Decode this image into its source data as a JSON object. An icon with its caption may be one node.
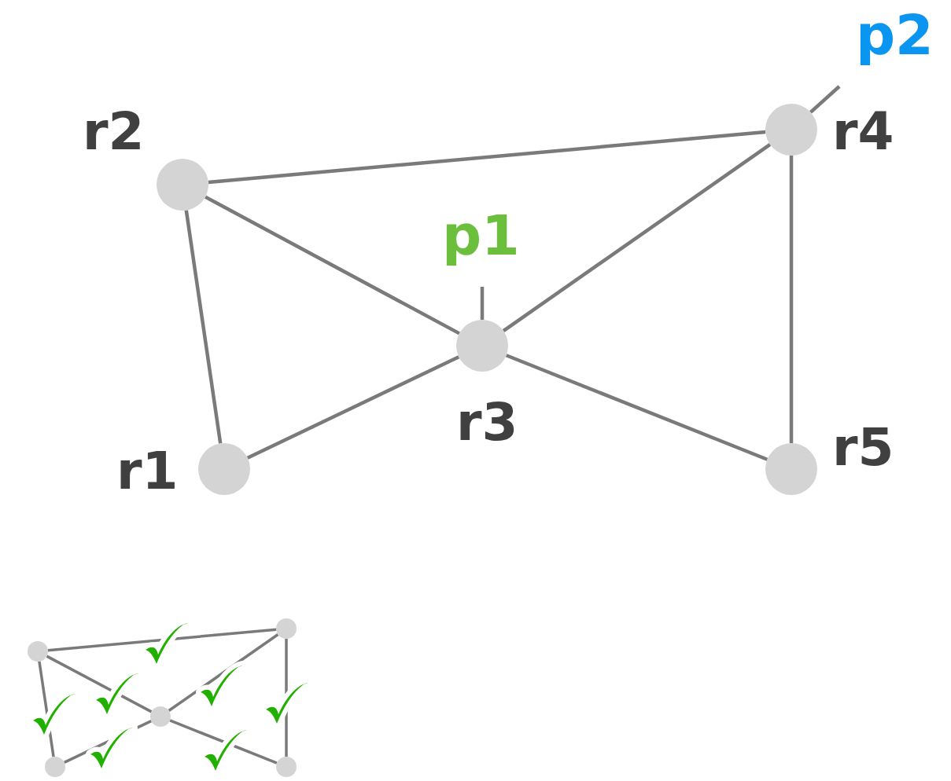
{
  "diagram": {
    "nodes": [
      {
        "text": [],
        "shape": "circle",
        "beside": [
          "r2"
        ]
      },
      {
        "text": [],
        "shape": "circle",
        "beside": [
          "r4"
        ]
      },
      {
        "text": [
          "p1"
        ]
      },
      {
        "text": [],
        "shape": "circle",
        "beside": [
          "r3"
        ]
      },
      {
        "text": [
          "p2"
        ]
      },
      {
        "text": [],
        "shape": "circle",
        "beside": [
          "r1"
        ]
      },
      {
        "text": [],
        "shape": "circle",
        "beside": [
          "r5"
        ]
      },
      {
        "text": [],
        "shape": "circle"
      },
      {
        "text": [],
        "shape": "circle"
      },
      {
        "text": [],
        "shape": "circle"
      },
      {
        "text": [],
        "shape": "circle"
      },
      {
        "text": [],
        "shape": "circle"
      }
    ],
    "edges": [
      {
        "from": 0,
        "to": 1,
        "arrow": "none"
      },
      {
        "from": 0,
        "to": 3,
        "arrow": "none"
      },
      {
        "from": 0,
        "to": 5,
        "arrow": "none"
      },
      {
        "from": 1,
        "to": 3,
        "arrow": "none"
      },
      {
        "from": 1,
        "to": 6,
        "arrow": "none"
      },
      {
        "from": 3,
        "to": 5,
        "arrow": "none"
      },
      {
        "from": 3,
        "to": 6,
        "arrow": "none"
      },
      {
        "from": 2,
        "to": 3,
        "arrow": "none"
      },
      {
        "from": 4,
        "to": 1,
        "arrow": "none"
      },
      {
        "from": 7,
        "to": 8,
        "arrow": "none"
      },
      {
        "from": 7,
        "to": 9,
        "arrow": "none"
      },
      {
        "from": 7,
        "to": 10,
        "arrow": "none"
      },
      {
        "from": 8,
        "to": 9,
        "arrow": "none"
      },
      {
        "from": 8,
        "to": 11,
        "arrow": "none"
      },
      {
        "from": 9,
        "to": 10,
        "arrow": "none"
      },
      {
        "from": 9,
        "to": 11,
        "arrow": "none"
      }
    ]
  }
}
